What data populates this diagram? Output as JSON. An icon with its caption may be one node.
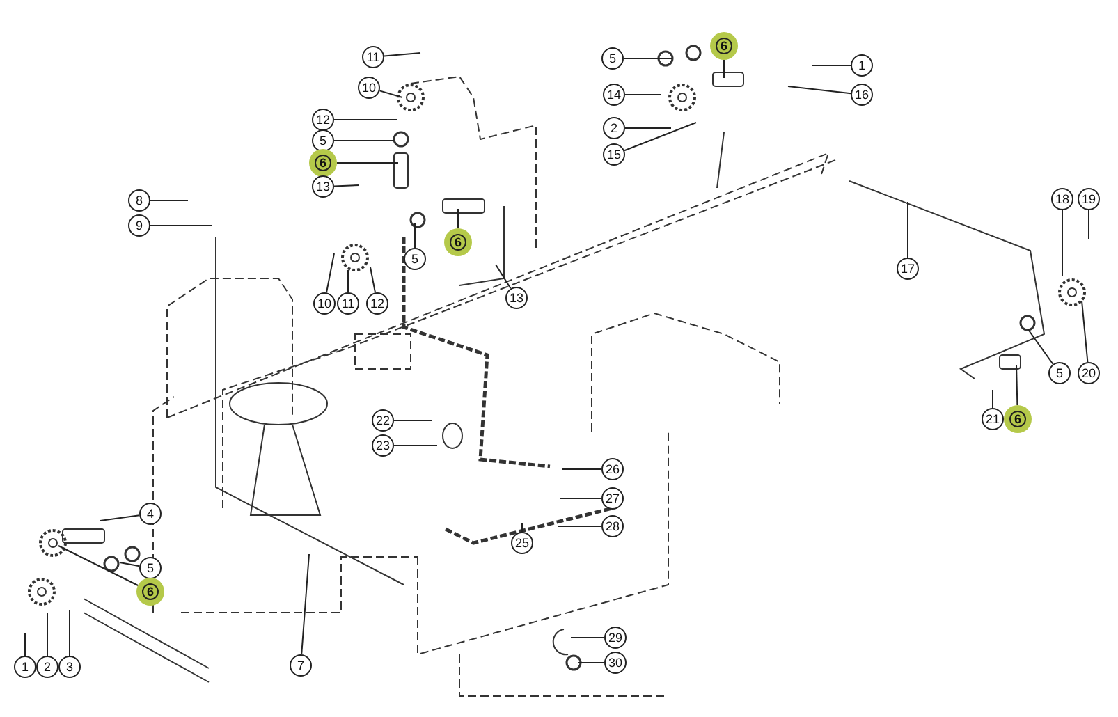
{
  "diagram": {
    "nodes": [
      {
        "text": [
          "11"
        ]
      },
      {
        "text": [
          "10"
        ]
      },
      {
        "text": [
          "12"
        ]
      },
      {
        "text": [
          "5"
        ]
      },
      {
        "text": [
          "6"
        ]
      },
      {
        "text": [
          "13"
        ]
      },
      {
        "text": [
          "8"
        ]
      },
      {
        "text": [
          "9"
        ]
      },
      {
        "text": [
          "6"
        ]
      },
      {
        "text": [
          "5"
        ]
      },
      {
        "text": [
          "10"
        ]
      },
      {
        "text": [
          "11"
        ]
      },
      {
        "text": [
          "12"
        ]
      },
      {
        "text": [
          "13"
        ]
      },
      {
        "text": [
          "5"
        ]
      },
      {
        "text": [
          "6"
        ]
      },
      {
        "text": [
          "1"
        ]
      },
      {
        "text": [
          "14"
        ]
      },
      {
        "text": [
          "16"
        ]
      },
      {
        "text": [
          "2"
        ]
      },
      {
        "text": [
          "15"
        ]
      },
      {
        "text": [
          "17"
        ]
      },
      {
        "text": [
          "18"
        ]
      },
      {
        "text": [
          "19"
        ]
      },
      {
        "text": [
          "5"
        ]
      },
      {
        "text": [
          "20"
        ]
      },
      {
        "text": [
          "21"
        ]
      },
      {
        "text": [
          "6"
        ]
      },
      {
        "text": [
          "4"
        ]
      },
      {
        "text": [
          "5"
        ]
      },
      {
        "text": [
          "6"
        ]
      },
      {
        "text": [
          "1"
        ]
      },
      {
        "text": [
          "2"
        ]
      },
      {
        "text": [
          "3"
        ]
      },
      {
        "text": [
          "7"
        ]
      },
      {
        "text": [
          "22"
        ]
      },
      {
        "text": [
          "23"
        ]
      },
      {
        "text": [
          "26"
        ]
      },
      {
        "text": [
          "25"
        ]
      },
      {
        "text": [
          "27"
        ]
      },
      {
        "text": [
          "28"
        ]
      },
      {
        "text": [
          "29"
        ]
      },
      {
        "text": [
          "30"
        ]
      }
    ],
    "edges": [
      {
        "from": 0,
        "to": null,
        "arrow": "none"
      },
      {
        "from": 1,
        "to": null,
        "arrow": "none"
      },
      {
        "from": 2,
        "to": null,
        "arrow": "none"
      },
      {
        "from": 3,
        "to": null,
        "arrow": "none"
      },
      {
        "from": 4,
        "to": null,
        "arrow": "none"
      },
      {
        "from": 5,
        "to": null,
        "arrow": "none"
      },
      {
        "from": 6,
        "to": null,
        "arrow": "none"
      },
      {
        "from": 7,
        "to": null,
        "arrow": "none"
      },
      {
        "from": 8,
        "to": null,
        "arrow": "none"
      },
      {
        "from": 9,
        "to": null,
        "arrow": "none"
      },
      {
        "from": 10,
        "to": null,
        "arrow": "none"
      },
      {
        "from": 11,
        "to": null,
        "arrow": "none"
      },
      {
        "from": 12,
        "to": null,
        "arrow": "none"
      },
      {
        "from": 13,
        "to": null,
        "arrow": "none"
      },
      {
        "from": 14,
        "to": null,
        "arrow": "none"
      },
      {
        "from": 15,
        "to": null,
        "arrow": "none"
      },
      {
        "from": 16,
        "to": null,
        "arrow": "none"
      },
      {
        "from": 17,
        "to": null,
        "arrow": "none"
      },
      {
        "from": 18,
        "to": null,
        "arrow": "none"
      },
      {
        "from": 19,
        "to": null,
        "arrow": "none"
      },
      {
        "from": 20,
        "to": null,
        "arrow": "none"
      },
      {
        "from": 21,
        "to": null,
        "arrow": "none"
      },
      {
        "from": 22,
        "to": null,
        "arrow": "none"
      },
      {
        "from": 23,
        "to": null,
        "arrow": "none"
      },
      {
        "from": 24,
        "to": null,
        "arrow": "none"
      },
      {
        "from": 25,
        "to": null,
        "arrow": "none"
      },
      {
        "from": 26,
        "to": null,
        "arrow": "none"
      },
      {
        "from": 27,
        "to": null,
        "arrow": "none"
      },
      {
        "from": 28,
        "to": null,
        "arrow": "none"
      },
      {
        "from": 29,
        "to": null,
        "arrow": "none"
      },
      {
        "from": 30,
        "to": null,
        "arrow": "none"
      },
      {
        "from": 31,
        "to": null,
        "arrow": "none"
      },
      {
        "from": 32,
        "to": null,
        "arrow": "none"
      },
      {
        "from": 33,
        "to": null,
        "arrow": "none"
      },
      {
        "from": 34,
        "to": null,
        "arrow": "none"
      },
      {
        "from": 35,
        "to": null,
        "arrow": "none"
      },
      {
        "from": 36,
        "to": null,
        "arrow": "none"
      },
      {
        "from": 37,
        "to": null,
        "arrow": "none"
      },
      {
        "from": 38,
        "to": null,
        "arrow": "none"
      },
      {
        "from": 39,
        "to": null,
        "arrow": "none"
      },
      {
        "from": 40,
        "to": null,
        "arrow": "none"
      },
      {
        "from": 41,
        "to": null,
        "arrow": "none"
      },
      {
        "from": 42,
        "to": null,
        "arrow": "none"
      }
    ]
  }
}
